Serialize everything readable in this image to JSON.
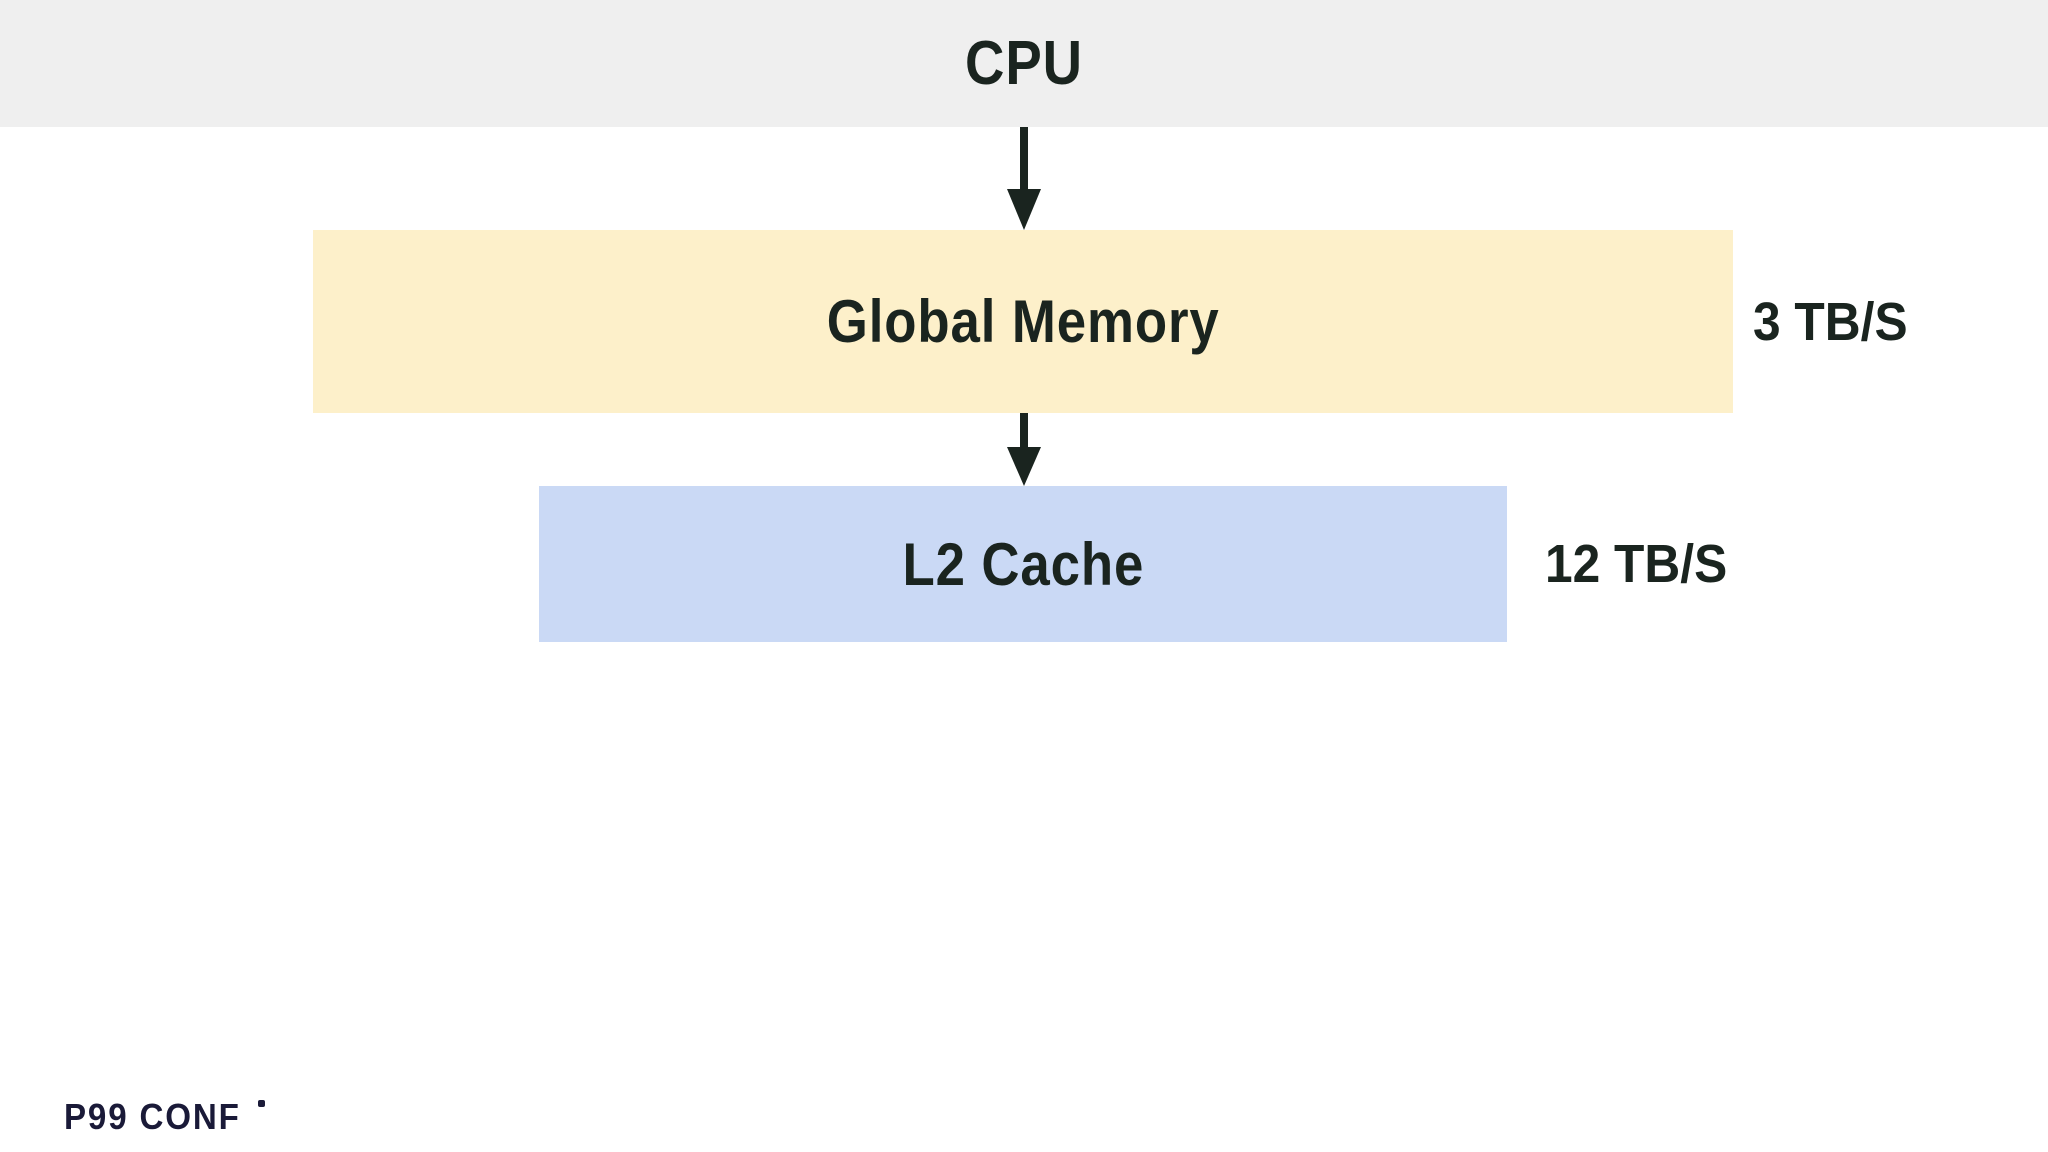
{
  "slide": {
    "background": "#ffffff",
    "text_color": "#1a241f"
  },
  "header": {
    "label": "CPU",
    "background": "#efefef"
  },
  "diagram": {
    "arrow_color": "#1a241f",
    "nodes": [
      {
        "id": "global-memory",
        "label": "Global Memory",
        "bandwidth": "3 TB/S",
        "fill": "#fdf0ca"
      },
      {
        "id": "l2-cache",
        "label": "L2 Cache",
        "bandwidth": "12 TB/S",
        "fill": "#cad9f5"
      }
    ],
    "edges": [
      {
        "from": "CPU",
        "to": "Global Memory"
      },
      {
        "from": "Global Memory",
        "to": "L2 Cache"
      }
    ]
  },
  "footer": {
    "logo": "P99 CONF",
    "logo_color": "#1a1a38"
  }
}
